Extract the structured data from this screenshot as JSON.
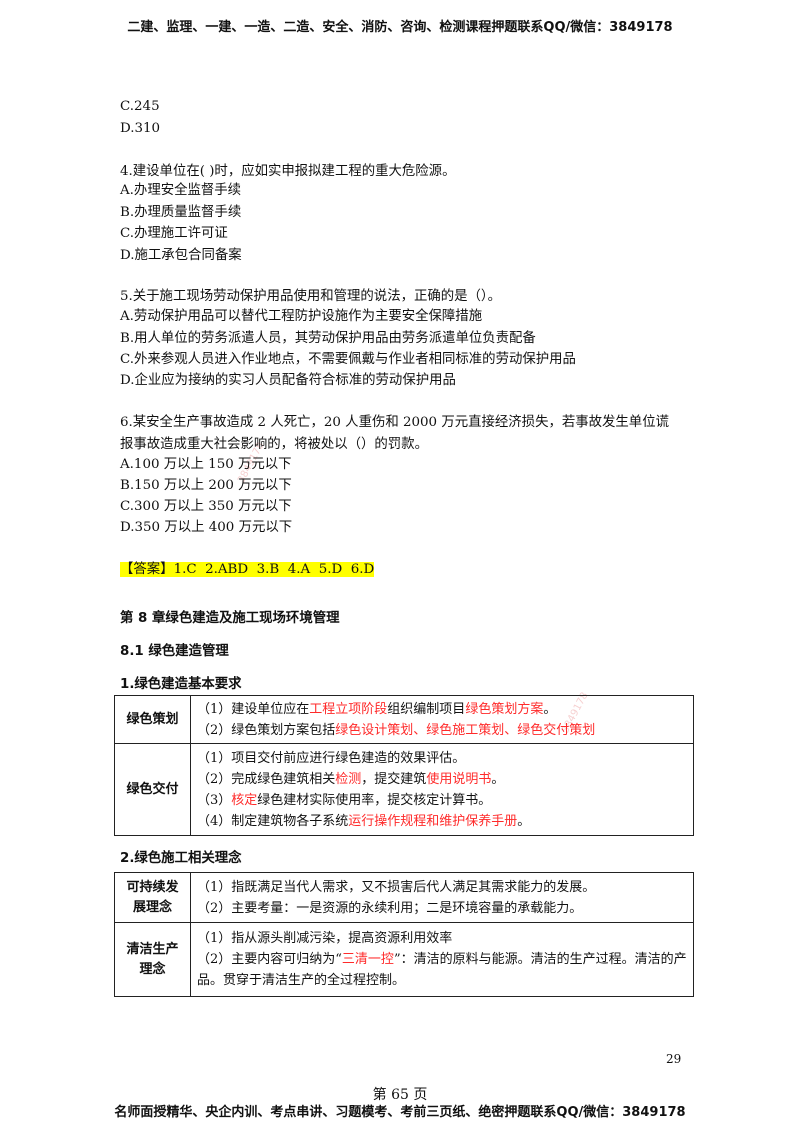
{
  "header": "二建、监理、一建、一造、二造、安全、消防、咨询、检测课程押题联系QQ/微信：3849178",
  "footer": "名师面授精华、央企内训、考点串讲、习题模考、考前三页纸、绝密押题联系QQ/微信：3849178",
  "page_label": "第 65 页",
  "page_number": "29",
  "watermark": "3849178",
  "q3_options": [
    "C.245",
    "D.310"
  ],
  "q4": {
    "stem": "4.建设单位在( )时，应如实申报拟建工程的重大危险源。",
    "options": [
      "A.办理安全监督手续",
      "B.办理质量监督手续",
      "C.办理施工许可证",
      "D.施工承包合同备案"
    ]
  },
  "q5": {
    "stem": "5.关于施工现场劳动保护用品使用和管理的说法，正确的是（）。",
    "options": [
      "A.劳动保护用品可以替代工程防护设施作为主要安全保障措施",
      "B.用人单位的劳务派遣人员，其劳动保护用品由劳务派遣单位负责配备",
      "C.外来参观人员进入作业地点，不需要佩戴与作业者相同标准的劳动保护用品",
      "D.企业应为接纳的实习人员配备符合标准的劳动保护用品"
    ]
  },
  "q6": {
    "stem_line1": "6.某安全生产事故造成 2 人死亡，20 人重伤和 2000 万元直接经济损失，若事故发生单位谎",
    "stem_line2": "报事故造成重大社会影响的，将被处以（）的罚款。",
    "options": [
      "A.100 万以上 150 万元以下",
      "B.150 万以上 200 万元以下",
      "C.300 万以上 350 万元以下",
      "D.350 万以上 400 万元以下"
    ]
  },
  "answer": {
    "label": "【答案】",
    "text": "1.C  2.ABD  3.B  4.A  5.D  6.D"
  },
  "chapter_title": "第 8 章绿色建造及施工现场环境管理",
  "section_title": "8.1 绿色建造管理",
  "sub1_title": "1.绿色建造基本要求",
  "table1": {
    "row1_label": "绿色策划",
    "row1_line1": {
      "a": "（1）建设单位应在",
      "b": "工程立项阶段",
      "c": "组织编制项目",
      "d": "绿色策划方案",
      "e": "。"
    },
    "row1_line2": {
      "a": "（2）绿色策划方案包括",
      "b": "绿色设计策划、绿色施工策划、绿色交付策划"
    },
    "row2_label": "绿色交付",
    "row2_line1": "（1）项目交付前应进行绿色建造的效果评估。",
    "row2_line2": {
      "a": "（2）完成绿色建筑相关",
      "b": "检测",
      "c": "，提交建筑",
      "d": "使用说明书",
      "e": "。"
    },
    "row2_line3": {
      "a": "（3）",
      "b": "核定",
      "c": "绿色建材实际使用率，提交核定计算书。"
    },
    "row2_line4": {
      "a": "（4）制定建筑物各子系统",
      "b": "运行操作规程和维护保养手册",
      "c": "。"
    }
  },
  "sub2_title": "2.绿色施工相关理念",
  "table2": {
    "row1_label_a": "可持续发",
    "row1_label_b": "展理念",
    "row1_line1": "（1）指既满足当代人需求，又不损害后代人满足其需求能力的发展。",
    "row1_line2": "（2）主要考量：一是资源的永续利用；二是环境容量的承载能力。",
    "row2_label_a": "清洁生产",
    "row2_label_b": "理念",
    "row2_line1": "（1）指从源头削减污染，提高资源利用效率",
    "row2_line2": {
      "a": "（2）主要内容可归纳为“",
      "b": "三清一控",
      "c": "”：清洁的原料与能源。清洁的生产过程。清洁的产品。贯穿于清洁生产的全过程控制。"
    }
  }
}
